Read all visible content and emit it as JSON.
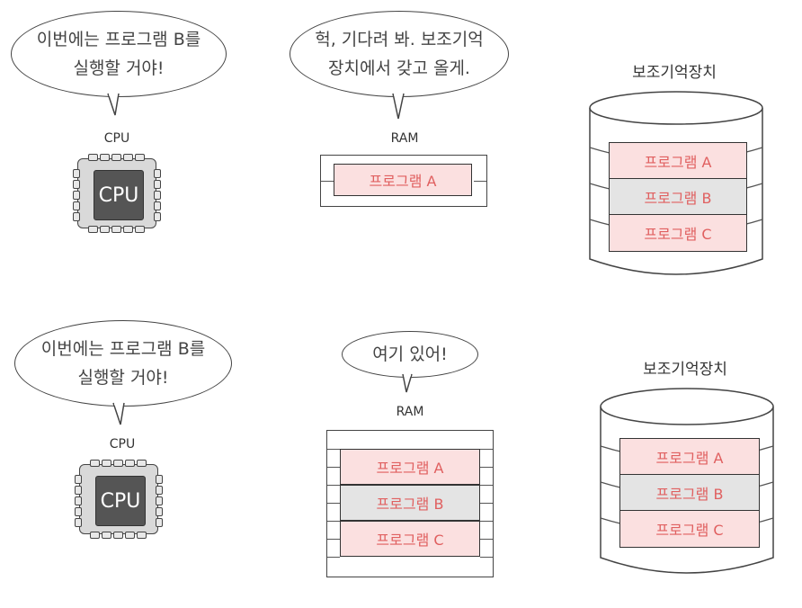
{
  "panels": [
    {
      "cpu_speech": [
        "이번에는 프로그램 B를",
        "실행할 거야!"
      ],
      "cpu_label": "CPU",
      "cpu_chip_text": "CPU",
      "ram_speech": [
        "헉, 기다려 봐. 보조기억",
        "장치에서 갖고 올게."
      ],
      "ram_label": "RAM",
      "ram_programs": [
        {
          "name": "프로그램 A",
          "state": "loaded"
        }
      ],
      "storage_label": "보조기억장치",
      "storage_programs": [
        {
          "name": "프로그램 A",
          "highlight": false
        },
        {
          "name": "프로그램 B",
          "highlight": true
        },
        {
          "name": "프로그램 C",
          "highlight": false
        }
      ]
    },
    {
      "cpu_speech": [
        "이번에는 프로그램 B를",
        "실행할 거야!"
      ],
      "cpu_label": "CPU",
      "cpu_chip_text": "CPU",
      "ram_speech": [
        "여기 있어!"
      ],
      "ram_label": "RAM",
      "ram_programs": [
        {
          "name": "프로그램 A",
          "highlight": false
        },
        {
          "name": "프로그램 B",
          "highlight": true
        },
        {
          "name": "프로그램 C",
          "highlight": false
        }
      ],
      "storage_label": "보조기억장치",
      "storage_programs": [
        {
          "name": "프로그램 A",
          "highlight": false
        },
        {
          "name": "프로그램 B",
          "highlight": true
        },
        {
          "name": "프로그램 C",
          "highlight": false
        }
      ]
    }
  ],
  "colors": {
    "program_text": "#e06060",
    "program_fill": "#fbe0e0",
    "highlight_fill": "#e4e4e4",
    "cpu_core": "#555555",
    "cpu_body": "#d9d9d9"
  }
}
